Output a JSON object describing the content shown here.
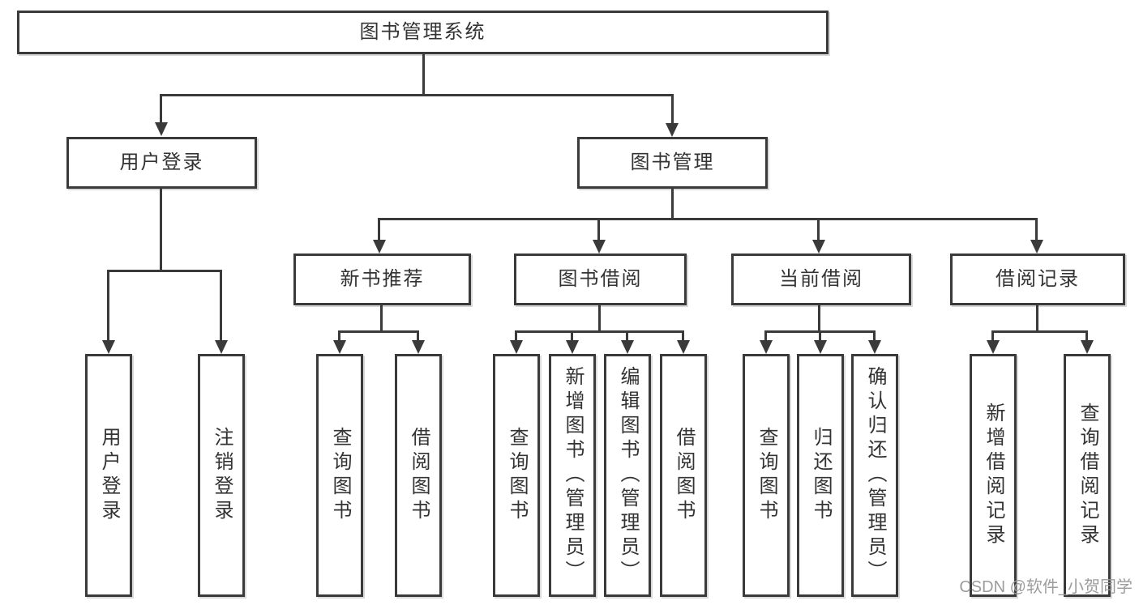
{
  "tree": {
    "label": "图书管理系统",
    "children": [
      {
        "label": "用户登录",
        "children": [
          {
            "label": "用户登录"
          },
          {
            "label": "注销登录"
          }
        ]
      },
      {
        "label": "图书管理",
        "children": [
          {
            "label": "新书推荐",
            "children": [
              {
                "label": "查询图书"
              },
              {
                "label": "借阅图书"
              }
            ]
          },
          {
            "label": "图书借阅",
            "children": [
              {
                "label": "查询图书"
              },
              {
                "label": "新增图书（管理员）"
              },
              {
                "label": "编辑图书（管理员）"
              },
              {
                "label": "借阅图书"
              }
            ]
          },
          {
            "label": "当前借阅",
            "children": [
              {
                "label": "查询图书"
              },
              {
                "label": "归还图书"
              },
              {
                "label": "确认归还（管理员）"
              }
            ]
          },
          {
            "label": "借阅记录",
            "children": [
              {
                "label": "新增借阅记录"
              },
              {
                "label": "查询借阅记录"
              }
            ]
          }
        ]
      }
    ]
  },
  "watermark": {
    "text": "CSDN @软件_小贺同学"
  },
  "colors": {
    "line": "#3a3a3a",
    "text": "#333333",
    "watermark": "#9c9c9c",
    "background": "#ffffff"
  }
}
